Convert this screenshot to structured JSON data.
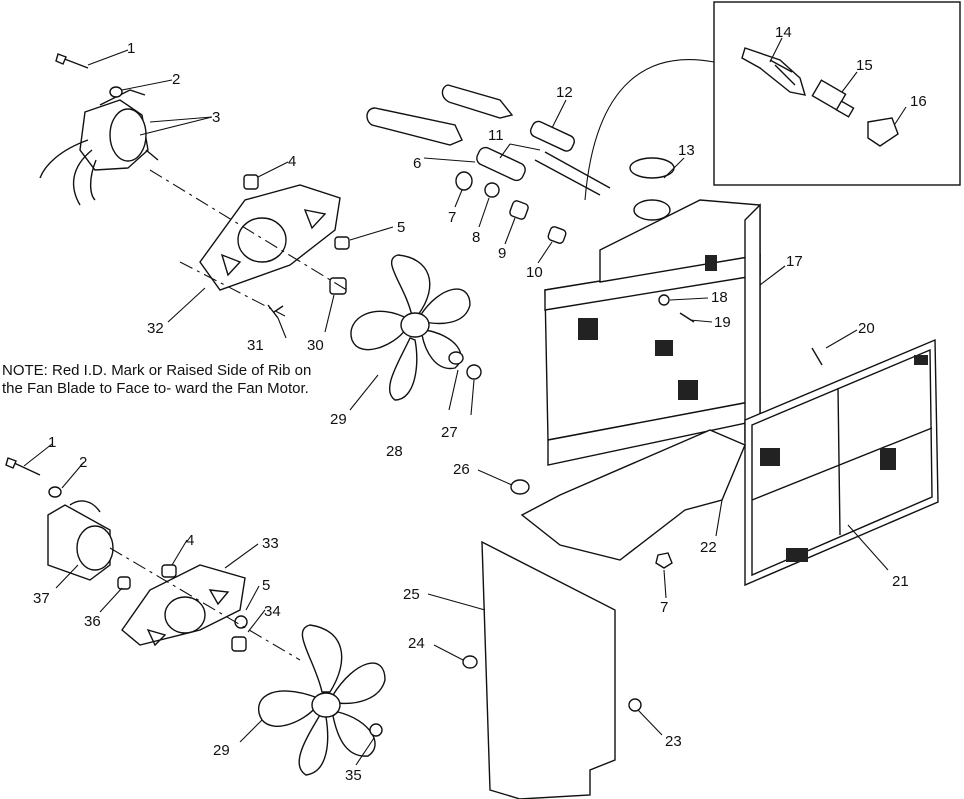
{
  "note": "NOTE: Red I.D. Mark or Raised Side of Rib on the Fan Blade to Face to- ward the Fan Motor.",
  "callouts": [
    {
      "id": "c1a",
      "text": "1"
    },
    {
      "id": "c2a",
      "text": "2"
    },
    {
      "id": "c3",
      "text": "3"
    },
    {
      "id": "c4a",
      "text": "4"
    },
    {
      "id": "c5a",
      "text": "5"
    },
    {
      "id": "c6",
      "text": "6"
    },
    {
      "id": "c7a",
      "text": "7"
    },
    {
      "id": "c8",
      "text": "8"
    },
    {
      "id": "c9",
      "text": "9"
    },
    {
      "id": "c10",
      "text": "10"
    },
    {
      "id": "c11",
      "text": "11"
    },
    {
      "id": "c12",
      "text": "12"
    },
    {
      "id": "c13",
      "text": "13"
    },
    {
      "id": "c14",
      "text": "14"
    },
    {
      "id": "c15",
      "text": "15"
    },
    {
      "id": "c16",
      "text": "16"
    },
    {
      "id": "c17",
      "text": "17"
    },
    {
      "id": "c18",
      "text": "18"
    },
    {
      "id": "c19",
      "text": "19"
    },
    {
      "id": "c20",
      "text": "20"
    },
    {
      "id": "c21",
      "text": "21"
    },
    {
      "id": "c22",
      "text": "22"
    },
    {
      "id": "c23",
      "text": "23"
    },
    {
      "id": "c24",
      "text": "24"
    },
    {
      "id": "c25",
      "text": "25"
    },
    {
      "id": "c26",
      "text": "26"
    },
    {
      "id": "c27",
      "text": "27"
    },
    {
      "id": "c28",
      "text": "28"
    },
    {
      "id": "c29a",
      "text": "29"
    },
    {
      "id": "c30",
      "text": "30"
    },
    {
      "id": "c31",
      "text": "31"
    },
    {
      "id": "c32",
      "text": "32"
    },
    {
      "id": "c1b",
      "text": "1"
    },
    {
      "id": "c2b",
      "text": "2"
    },
    {
      "id": "c4b",
      "text": "4"
    },
    {
      "id": "c33",
      "text": "33"
    },
    {
      "id": "c5b",
      "text": "5"
    },
    {
      "id": "c34",
      "text": "34"
    },
    {
      "id": "c37",
      "text": "37"
    },
    {
      "id": "c36",
      "text": "36"
    },
    {
      "id": "c7b",
      "text": "7"
    },
    {
      "id": "c29b",
      "text": "29"
    },
    {
      "id": "c35",
      "text": "35"
    }
  ]
}
